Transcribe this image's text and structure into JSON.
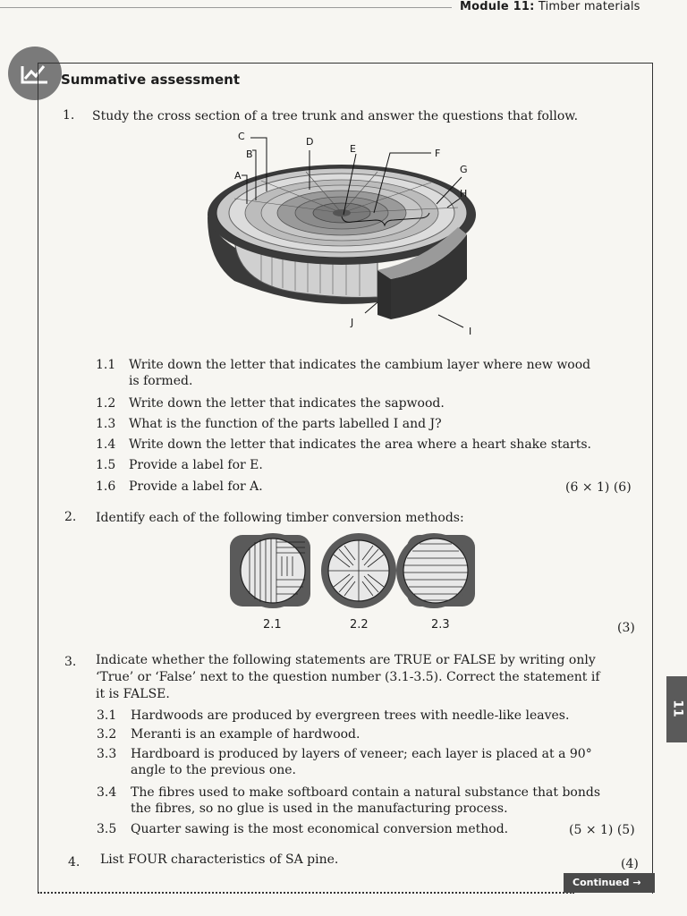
{
  "header": {
    "module_label": "Module 11:",
    "module_topic": "Timber materials"
  },
  "section_title": "Summative assessment",
  "side_tab": "11",
  "q1": {
    "number": "1.",
    "text": "Study the cross section of a tree trunk and answer the questions that follow.",
    "diagram_labels": [
      "A",
      "B",
      "C",
      "D",
      "E",
      "F",
      "G",
      "H",
      "I",
      "J"
    ],
    "sub": [
      {
        "num": "1.1",
        "text": "Write down the letter that indicates the cambium layer where new wood",
        "text2": "is formed."
      },
      {
        "num": "1.2",
        "text": "Write down the letter that indicates the sapwood."
      },
      {
        "num": "1.3",
        "text": "What is the function of the parts labelled I and J?"
      },
      {
        "num": "1.4",
        "text": "Write down the letter that indicates the area where a heart shake starts."
      },
      {
        "num": "1.5",
        "text": "Provide a label for E."
      },
      {
        "num": "1.6",
        "text": "Provide a label for A."
      }
    ],
    "marks": "(6 × 1) (6)"
  },
  "q2": {
    "number": "2.",
    "text": "Identify each of the following timber conversion methods:",
    "labels": [
      "2.1",
      "2.2",
      "2.3"
    ],
    "marks": "(3)"
  },
  "q3": {
    "number": "3.",
    "line1": "Indicate whether the following statements are TRUE or FALSE by writing only",
    "line2": "‘True’ or ‘False’ next to the question number (3.1-3.5). Correct the statement if",
    "line3": "it is FALSE.",
    "sub": [
      {
        "num": "3.1",
        "text": "Hardwoods are produced by evergreen trees with needle-like leaves."
      },
      {
        "num": "3.2",
        "text": "Meranti is an example of hardwood."
      },
      {
        "num": "3.3",
        "text": "Hardboard is produced by layers of veneer; each layer is placed at a 90°",
        "text2": "angle to the previous one."
      },
      {
        "num": "3.4",
        "text": "The fibres used to make softboard contain a natural substance that bonds",
        "text2": "the fibres, so no glue is used in the manufacturing process."
      },
      {
        "num": "3.5",
        "text": "Quarter sawing is the most economical conversion method."
      }
    ],
    "marks": "(5 × 1) (5)"
  },
  "q4": {
    "number": "4.",
    "text": "List FOUR characteristics of SA pine.",
    "marks": "(4)"
  },
  "continued": "Continued →"
}
